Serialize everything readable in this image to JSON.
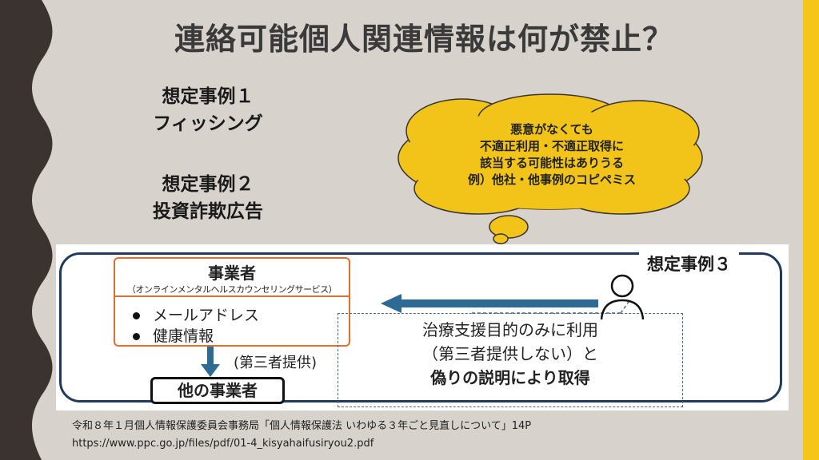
{
  "title": "連絡可能個人関連情報は何が禁止？",
  "cases": {
    "case1_heading": "想定事例１",
    "case1_name": "フィッシング",
    "case2_heading": "想定事例２",
    "case2_name": "投資詐欺広告"
  },
  "callout": {
    "line1": "悪意がなくても",
    "line2": "不適正利用・不適正取得に",
    "line3": "該当する可能性はありうる",
    "line4": "例）他社・他事例のコピペミス"
  },
  "diagram": {
    "case3_label": "想定事例３",
    "business_title": "事業者",
    "business_sub": "（オンラインメンタルヘルスカウンセリングサービス）",
    "item1": "メールアドレス",
    "item2": "健康情報",
    "provide_label": "(第三者提供)",
    "other_business": "他の事業者",
    "obtain_line1": "治療支援目的のみに利用",
    "obtain_line2": "（第三者提供しない）と",
    "obtain_line3": "偽りの説明により取得"
  },
  "source": {
    "line1": "令和８年１月個人情報保護委員会事務局「個人情報保護法 いわゆる３年ごと見直しについて」14P",
    "line2": "https://www.ppc.go.jp/files/pdf/01-4_kisyahaifusiryou2.pdf"
  },
  "colors": {
    "accent_yellow": "#f5c518",
    "cloud_fill": "#f2c319",
    "frame_blue": "#1f3a5a",
    "arrow_blue": "#2e6a96",
    "orange_border": "#e07030"
  }
}
